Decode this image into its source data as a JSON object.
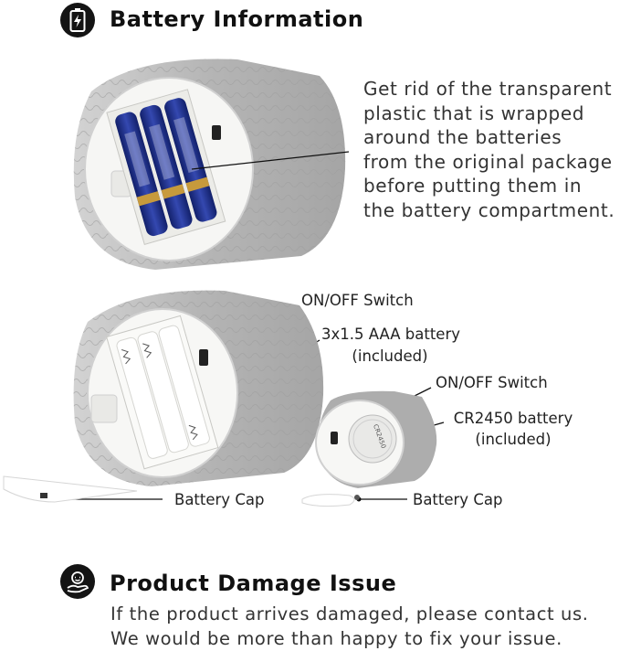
{
  "battery_section": {
    "title": "Battery Information",
    "icon": "battery-icon"
  },
  "instruction": {
    "lines": [
      "Get rid of the transparent",
      "plastic that is wrapped",
      "around the batteries",
      "from the original package",
      "before putting them in",
      "the battery compartment."
    ]
  },
  "large_candle": {
    "switch_label": "ON/OFF Switch",
    "battery_label_1": "3x1.5 AAA battery",
    "battery_label_2": "(included)",
    "cap_label": "Battery Cap"
  },
  "small_candle": {
    "switch_label": "ON/OFF Switch",
    "battery_label_1": "CR2450 battery",
    "battery_label_2": "(included)",
    "cap_label": "Battery Cap",
    "coin_text": "CR2450"
  },
  "damage_section": {
    "title": "Product Damage Issue",
    "icon": "support-hand-icon",
    "lines": [
      "If the product arrives damaged, please contact us.",
      "We would be more than happy to fix your issue."
    ]
  },
  "colors": {
    "candle_gray": "#b9b9b9",
    "compartment": "#f7f7f5",
    "battery_blue": "#1d2f8a",
    "battery_gold": "#c79a3c"
  }
}
